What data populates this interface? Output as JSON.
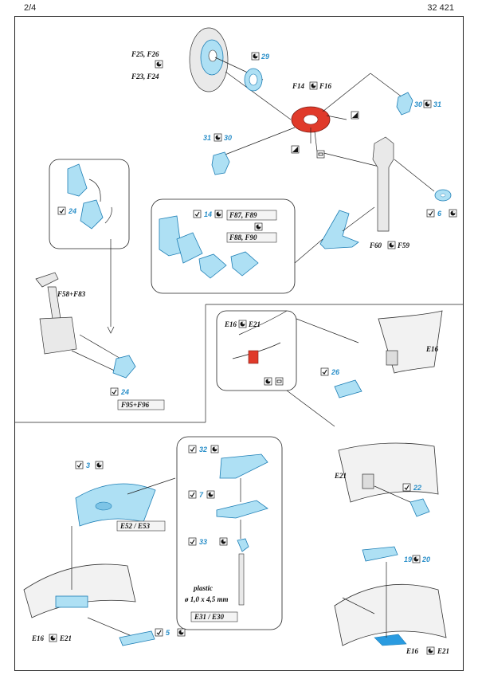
{
  "header": {
    "page": "2/4",
    "code": "32 421"
  },
  "labels": {
    "f25_f26": "F25, F26",
    "f23_f24": "F23, F24",
    "num_29": "29",
    "f14": "F14",
    "f16": "F16",
    "num_30_top": "30",
    "num_31_top": "31",
    "num_31_left": "31",
    "num_30_left": "30",
    "num_24_upper": "24",
    "num_14": "14",
    "f87_f89": "F87, F89",
    "f88_f90": "F88, F90",
    "num_6": "6",
    "f60": "F60",
    "f59": "F59",
    "f58_f83": "F58+F83",
    "num_24_lower": "24",
    "f95_f96": "F95+F96",
    "e16_top": "E16",
    "e21_top": "E21",
    "e16_right": "E16",
    "num_26": "26",
    "num_3": "3",
    "e52_e53": "E52 / E53",
    "num_32": "32",
    "num_7": "7",
    "num_33": "33",
    "plastic": "plastic",
    "plastic_dim": "ø 1,0 x 4,5 mm",
    "e31_e30": "E31 / E30",
    "e21_mid": "E21",
    "num_22": "22",
    "num_19": "19",
    "num_20": "20",
    "e16_bl": "E16",
    "e21_bl": "E21",
    "num_5": "5",
    "e16_br": "E16",
    "e21_br": "E21"
  },
  "colors": {
    "etch": "#aee0f4",
    "etch_stroke": "#1d7eb5",
    "red": "#e03a2a",
    "number": "#2a8fc9"
  }
}
